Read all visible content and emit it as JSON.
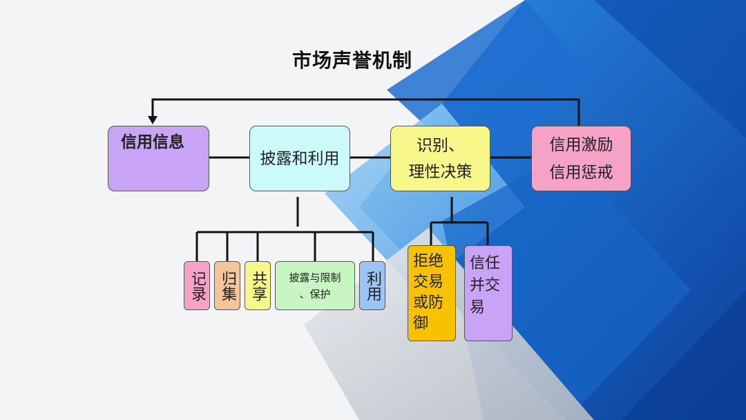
{
  "title": "市场声誉机制",
  "top_boxes": [
    {
      "id": "info",
      "label": "信用信息",
      "color": "#c9a3f5"
    },
    {
      "id": "disclose",
      "label": "披露和利用",
      "color": "#ccfafa"
    },
    {
      "id": "decide",
      "line1": "识别、",
      "line2": "理性决策",
      "color": "#f8f78a"
    },
    {
      "id": "incent",
      "line1": "信用激励",
      "line2": "信用惩戒",
      "color": "#f6a2c6"
    }
  ],
  "sub_left": [
    {
      "label": "记录",
      "color": "#f6a2c6"
    },
    {
      "label": "归集",
      "color": "#f6c49a"
    },
    {
      "label": "共享",
      "color": "#f8f78a"
    },
    {
      "line1": "披露与限制",
      "line2": "、保护",
      "color": "#c9f5c3"
    },
    {
      "label": "利用",
      "color": "#9cc3f5"
    }
  ],
  "sub_right": [
    {
      "label": "拒绝交易或防御",
      "color": "#f9c200"
    },
    {
      "label": "信任并交易",
      "color": "#c9a3f5"
    }
  ]
}
